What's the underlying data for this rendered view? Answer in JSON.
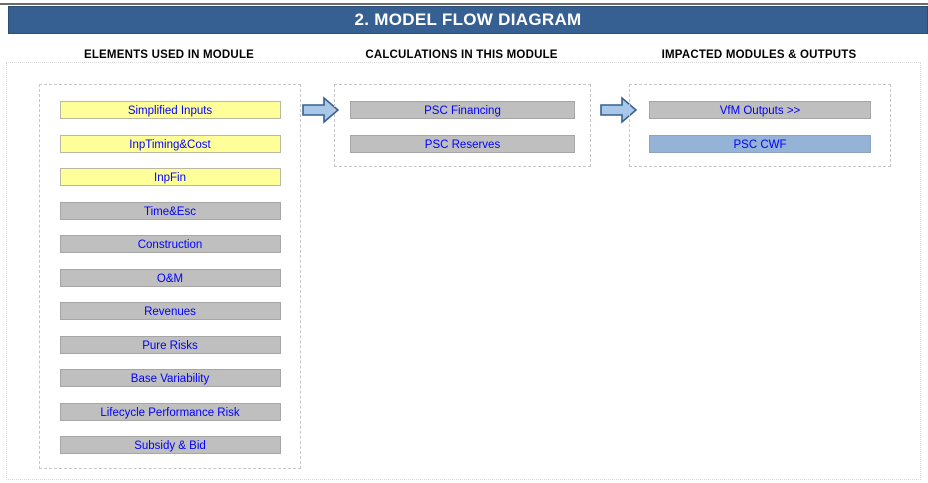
{
  "title": "2. MODEL FLOW DIAGRAM",
  "columns": [
    {
      "header": "ELEMENTS USED IN MODULE",
      "items": [
        {
          "label": "Simplified Inputs",
          "style": "yellow"
        },
        {
          "label": "InpTiming&Cost",
          "style": "yellow"
        },
        {
          "label": "InpFin",
          "style": "yellow"
        },
        {
          "label": "Time&Esc",
          "style": "gray"
        },
        {
          "label": "Construction",
          "style": "gray"
        },
        {
          "label": "O&M",
          "style": "gray"
        },
        {
          "label": "Revenues",
          "style": "gray"
        },
        {
          "label": "Pure Risks",
          "style": "gray"
        },
        {
          "label": "Base Variability",
          "style": "gray"
        },
        {
          "label": "Lifecycle Performance Risk",
          "style": "gray"
        },
        {
          "label": "Subsidy & Bid",
          "style": "gray"
        }
      ]
    },
    {
      "header": "CALCULATIONS IN THIS MODULE",
      "items": [
        {
          "label": "PSC Financing",
          "style": "gray"
        },
        {
          "label": "PSC Reserves",
          "style": "gray"
        }
      ]
    },
    {
      "header": "IMPACTED MODULES & OUTPUTS",
      "items": [
        {
          "label": "VfM Outputs >>",
          "style": "gray"
        },
        {
          "label": "PSC CWF",
          "style": "blue"
        }
      ]
    }
  ],
  "icons": {
    "arrow_between_columns": "right-block-arrow-icon"
  },
  "colors": {
    "banner_background": "#376092",
    "banner_text": "#ffffff",
    "node_text": "#0000ff",
    "node_yellow": "#ffff99",
    "node_gray": "#bfbfbf",
    "node_blue": "#95b3d7",
    "arrow_fill": "#a9c7e8",
    "arrow_stroke": "#36608e",
    "box_dash_border": "#c6c6c6",
    "outer_dotted_border": "#d9d9d9"
  }
}
